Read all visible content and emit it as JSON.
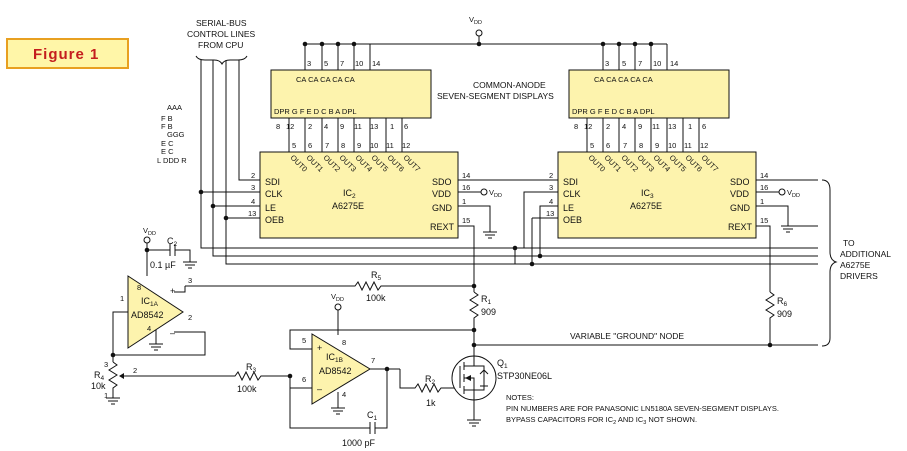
{
  "figure_label": "Figure 1",
  "serial_bus": {
    "line1": "SERIAL-BUS",
    "line2": "CONTROL LINES",
    "line3": "FROM CPU"
  },
  "display_caption": {
    "line1": "COMMON-ANODE",
    "line2": "SEVEN-SEGMENT DISPLAYS"
  },
  "vdd": "V",
  "vdd_sub": "DD",
  "segment_legend": {
    "row1": "AAA",
    "row2": "F     B",
    "row3": "F     B",
    "row4": "GGG",
    "row5": "E     C",
    "row6": "E     C",
    "row7": "L  DDD  R"
  },
  "display1": {
    "top_label": "CA  CA  CA CA  CA",
    "bottom_label": "DPR  G    F    E    D   C    B    A   DPL",
    "top_pins": [
      "3",
      "5",
      "7",
      "10",
      "14"
    ],
    "bottom_pins": [
      "8",
      "12",
      "2",
      "4",
      "9",
      "11",
      "13",
      "1",
      "6"
    ]
  },
  "display2": {
    "top_label": "CA  CA  CA CA  CA",
    "bottom_label": "DPR  G    F    E    D   C    B    A   DPL",
    "top_pins": [
      "3",
      "5",
      "7",
      "10",
      "14"
    ],
    "bottom_pins": [
      "8",
      "12",
      "2",
      "4",
      "9",
      "11",
      "13",
      "1",
      "6"
    ]
  },
  "ic2": {
    "name": "IC",
    "sub": "2",
    "part": "A6275E",
    "left_pins": [
      "SDI",
      "CLK",
      "LE",
      "OEB"
    ],
    "left_nums": [
      "2",
      "3",
      "4",
      "13"
    ],
    "right_pins": [
      "SDO",
      "VDD",
      "GND",
      "REXT"
    ],
    "right_nums": [
      "14",
      "16",
      "1",
      "15"
    ],
    "outputs": [
      "OUT0",
      "OUT1",
      "OUT2",
      "OUT3",
      "OUT4",
      "OUT5",
      "OUT6",
      "OUT7"
    ],
    "output_pins": [
      "5",
      "6",
      "7",
      "8",
      "9",
      "10",
      "11",
      "12"
    ]
  },
  "ic3": {
    "name": "IC",
    "sub": "3",
    "part": "A6275E",
    "left_pins": [
      "SDI",
      "CLK",
      "LE",
      "OEB"
    ],
    "left_nums": [
      "2",
      "3",
      "4",
      "13"
    ],
    "right_pins": [
      "SDO",
      "VDD",
      "GND",
      "REXT"
    ],
    "right_nums": [
      "14",
      "16",
      "1",
      "15"
    ],
    "outputs": [
      "OUT0",
      "OUT1",
      "OUT2",
      "OUT3",
      "OUT4",
      "OUT5",
      "OUT6",
      "OUT7"
    ],
    "output_pins": [
      "5",
      "6",
      "7",
      "8",
      "9",
      "10",
      "11",
      "12"
    ]
  },
  "c2": {
    "name": "C",
    "sub": "2",
    "value": "0.1 µF"
  },
  "ic1a": {
    "name": "IC",
    "sub": "1A",
    "part": "AD8542",
    "pins": [
      "1",
      "2",
      "3",
      "4",
      "8"
    ]
  },
  "ic1b": {
    "name": "IC",
    "sub": "1B",
    "part": "AD8542",
    "pins": [
      "5",
      "6",
      "7",
      "8",
      "4"
    ]
  },
  "r5": {
    "name": "R",
    "sub": "5",
    "value": "100k"
  },
  "r1": {
    "name": "R",
    "sub": "1",
    "value": "909"
  },
  "r6": {
    "name": "R",
    "sub": "6",
    "value": "909"
  },
  "r3": {
    "name": "R",
    "sub": "3",
    "value": "100k"
  },
  "r4": {
    "name": "R",
    "sub": "4",
    "value": "10k",
    "pins": [
      "3",
      "2",
      "1"
    ]
  },
  "r2": {
    "name": "R",
    "sub": "2",
    "value": "1k"
  },
  "c1": {
    "name": "C",
    "sub": "1",
    "value": "1000 pF"
  },
  "q1": {
    "name": "Q",
    "sub": "1",
    "part": "STP30NE06L"
  },
  "variable_ground": "VARIABLE \"GROUND\" NODE",
  "additional": {
    "line1": "TO",
    "line2": "ADDITIONAL",
    "line3": "A6275E",
    "line4": "DRIVERS"
  },
  "notes": {
    "title": "NOTES:",
    "line1": "PIN NUMBERS ARE FOR PANASONIC LN5180A SEVEN-SEGMENT DISPLAYS.",
    "line2": "BYPASS CAPACITORS FOR IC",
    "line2_sub1": "2",
    "line2_mid": " AND IC",
    "line2_sub2": "3",
    "line2_end": " NOT SHOWN."
  }
}
